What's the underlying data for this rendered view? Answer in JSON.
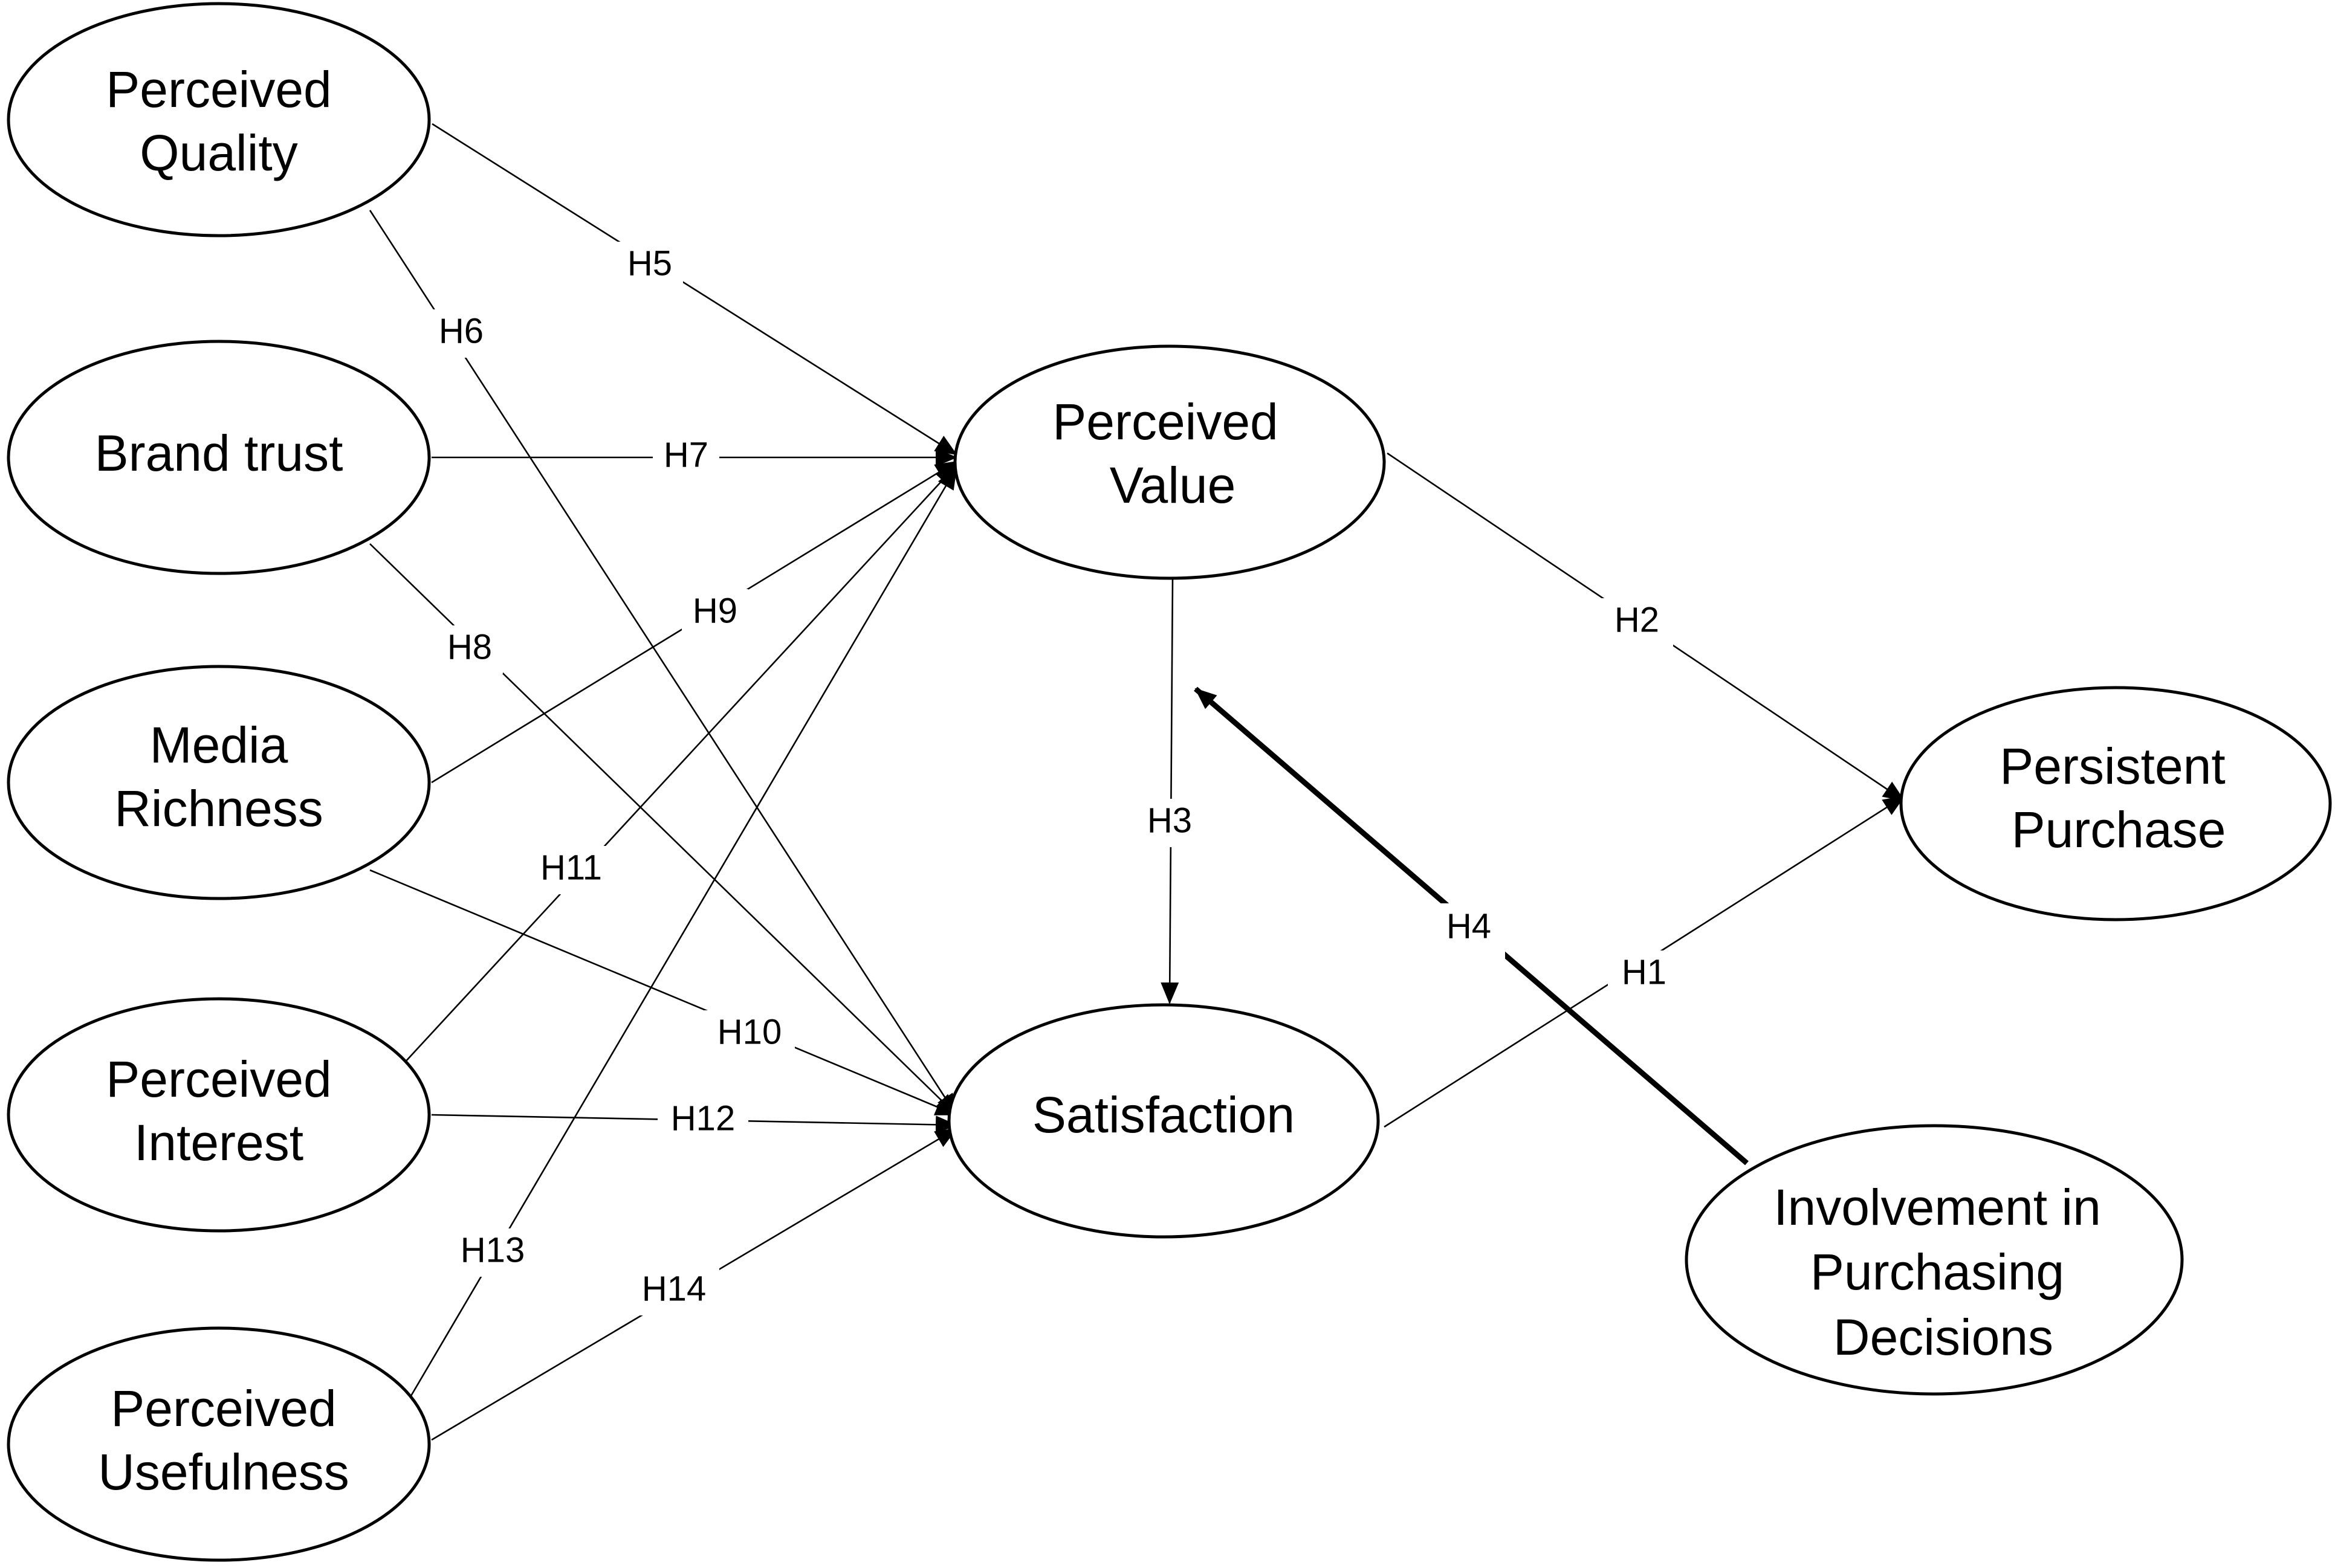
{
  "nodes": {
    "perceived_quality": {
      "lines": [
        "Perceived",
        "Quality"
      ]
    },
    "brand_trust": {
      "lines": [
        "Brand trust"
      ]
    },
    "media_richness": {
      "lines": [
        "Media",
        "Richness"
      ]
    },
    "perceived_interest": {
      "lines": [
        "Perceived",
        "Interest"
      ]
    },
    "perceived_usefulness": {
      "lines": [
        "Perceived",
        "Usefulness"
      ]
    },
    "perceived_value": {
      "lines": [
        "Perceived",
        "Value"
      ]
    },
    "satisfaction": {
      "lines": [
        "Satisfaction"
      ]
    },
    "persistent_purchase": {
      "lines": [
        "Persistent",
        "Purchase"
      ]
    },
    "involvement": {
      "lines": [
        "Involvement in",
        "Purchasing",
        "Decisions"
      ]
    }
  },
  "edges": {
    "h1": {
      "label": "H1",
      "from": "Satisfaction",
      "to": "Persistent Purchase"
    },
    "h2": {
      "label": "H2",
      "from": "Perceived Value",
      "to": "Persistent Purchase"
    },
    "h3": {
      "label": "H3",
      "from": "Perceived Value",
      "to": "Satisfaction"
    },
    "h4": {
      "label": "H4",
      "from": "Involvement in Purchasing Decisions",
      "to": "Perceived Value → Satisfaction"
    },
    "h5": {
      "label": "H5",
      "from": "Perceived Quality",
      "to": "Perceived Value"
    },
    "h6": {
      "label": "H6",
      "from": "Perceived Quality",
      "to": "Satisfaction"
    },
    "h7": {
      "label": "H7",
      "from": "Brand trust",
      "to": "Perceived Value"
    },
    "h8": {
      "label": "H8",
      "from": "Brand trust",
      "to": "Satisfaction"
    },
    "h9": {
      "label": "H9",
      "from": "Media Richness",
      "to": "Perceived Value"
    },
    "h10": {
      "label": "H10",
      "from": "Media Richness",
      "to": "Satisfaction"
    },
    "h11": {
      "label": "H11",
      "from": "Perceived Interest",
      "to": "Perceived Value"
    },
    "h12": {
      "label": "H12",
      "from": "Perceived Interest",
      "to": "Satisfaction"
    },
    "h13": {
      "label": "H13",
      "from": "Perceived Usefulness",
      "to": "Perceived Value"
    },
    "h14": {
      "label": "H14",
      "from": "Perceived Usefulness",
      "to": "Satisfaction"
    }
  }
}
